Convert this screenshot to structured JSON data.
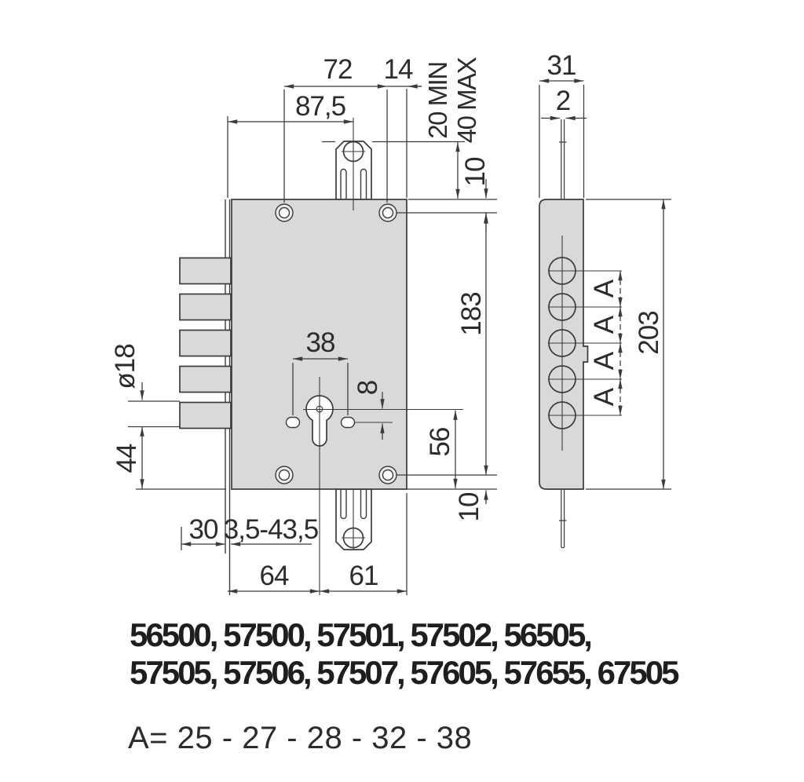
{
  "colors": {
    "line": "#3b3b3d",
    "body_fill": "#d9d9db",
    "text": "#2c2c2e"
  },
  "front_view": {
    "dim_top_span": "72",
    "dim_hole_to_edge": "14",
    "dim_plate_to_tab": "87,5",
    "dim_tab_min": "20 MIN",
    "dim_tab_max": "40 MAX",
    "dim_top_edge_to_holes": "10",
    "dim_holes_spacing": "183",
    "dim_fix_holes_spacing": "38",
    "dim_cyl_offset": "8",
    "dim_cyl_to_bottom": "56",
    "dim_bottom_edge_to_holes": "10",
    "dim_bolt_diameter": "ø18",
    "dim_bolt_to_bottom": "44",
    "dim_bolt_throw": "30",
    "dim_adjust_range": "3,5-43,5",
    "dim_plate_to_cyl": "64",
    "dim_cyl_to_body_edge": "61"
  },
  "side_view": {
    "dim_depth": "31",
    "dim_plate_thickness": "2",
    "dim_body_length": "203",
    "dim_interaxis": "A"
  },
  "footer": {
    "model_numbers_line1": "56500, 57500, 57501, 57502, 56505,",
    "model_numbers_line2": "57505, 57506, 57507, 57605, 57655, 67505",
    "interaxis_values": "A= 25 - 27 - 28 - 32 - 38"
  }
}
